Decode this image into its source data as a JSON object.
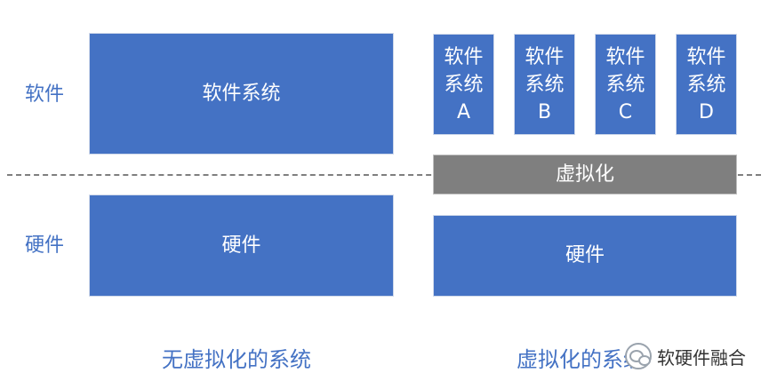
{
  "labels": {
    "software": "软件",
    "hardware": "硬件"
  },
  "left": {
    "software_block": "软件系统",
    "hardware_block": "硬件",
    "caption": "无虚拟化的系统"
  },
  "right": {
    "vms": [
      {
        "line1": "软件",
        "line2": "系统",
        "line3": "A"
      },
      {
        "line1": "软件",
        "line2": "系统",
        "line3": "B"
      },
      {
        "line1": "软件",
        "line2": "系统",
        "line3": "C"
      },
      {
        "line1": "软件",
        "line2": "系统",
        "line3": "D"
      }
    ],
    "virtualization_block": "虚拟化",
    "hardware_block": "硬件",
    "caption": "虚拟化的系统"
  },
  "watermark": {
    "icon": "wechat-icon",
    "text": "软硬件融合"
  },
  "colors": {
    "blue": "#4472C4",
    "gray": "#7F7F7F",
    "dash": "#7F7F7F"
  }
}
